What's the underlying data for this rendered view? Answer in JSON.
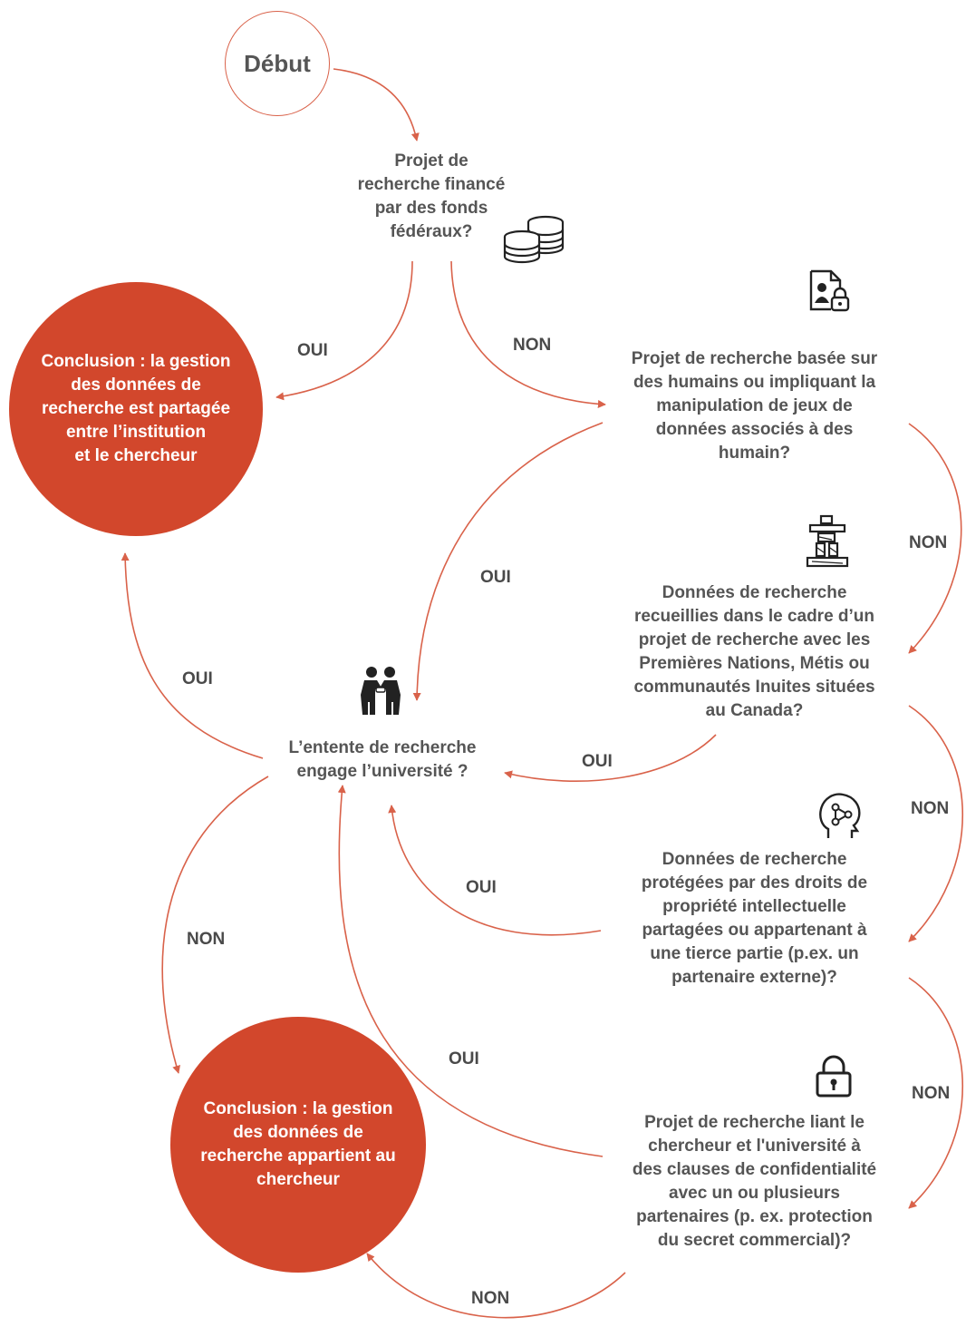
{
  "colors": {
    "accent": "#d2472c",
    "arrow": "#d9624a",
    "text": "#555555",
    "conclusion_text": "#ffffff"
  },
  "start": {
    "label": "Début"
  },
  "questions": {
    "q1": "Projet de\nrecherche financé\npar des fonds\nfédéraux?",
    "q2": "Projet de recherche basée sur\ndes humains ou impliquant la\nmanipulation de jeux de\ndonnées associés à des\nhumain?",
    "q3": "Données de recherche\nrecueillies dans le cadre d’un\nprojet de recherche avec les\nPremières Nations, Métis ou\ncommunautés Inuites situées\nau Canada?",
    "q4": "Données de recherche\nprotégées par des droits de\npropriété intellectuelle\npartagées ou appartenant à\nune tierce partie (p.ex. un\npartenaire externe)?",
    "q5": "Projet de recherche liant le\nchercheur et l'université à\ndes clauses de confidentialité\navec un ou plusieurs\npartenaires (p. ex. protection\ndu secret commercial)?",
    "agreement": "L’entente de recherche\nengage l’université ?"
  },
  "conclusions": {
    "shared": "Conclusion : la gestion\ndes données de\nrecherche est partagée\nentre l’institution\net le chercheur",
    "researcher": "Conclusion : la gestion\ndes données de\nrecherche appartient au\nchercheur"
  },
  "edge_labels": {
    "q1_yes": "OUI",
    "q1_no": "NON",
    "q2_yes": "OUI",
    "q2_no": "NON",
    "q3_yes": "OUI",
    "q3_no": "NON",
    "q4_yes": "OUI",
    "q4_no": "NON",
    "q5_yes": "OUI",
    "q5_no": "NON",
    "agreement_yes": "OUI",
    "agreement_no": "NON"
  },
  "icons": {
    "q1": "coins-stack-icon",
    "q2": "locked-document-icon",
    "q3": "inukshuk-icon",
    "q4": "head-network-icon",
    "q5": "padlock-icon",
    "agreement": "handshake-icon"
  }
}
